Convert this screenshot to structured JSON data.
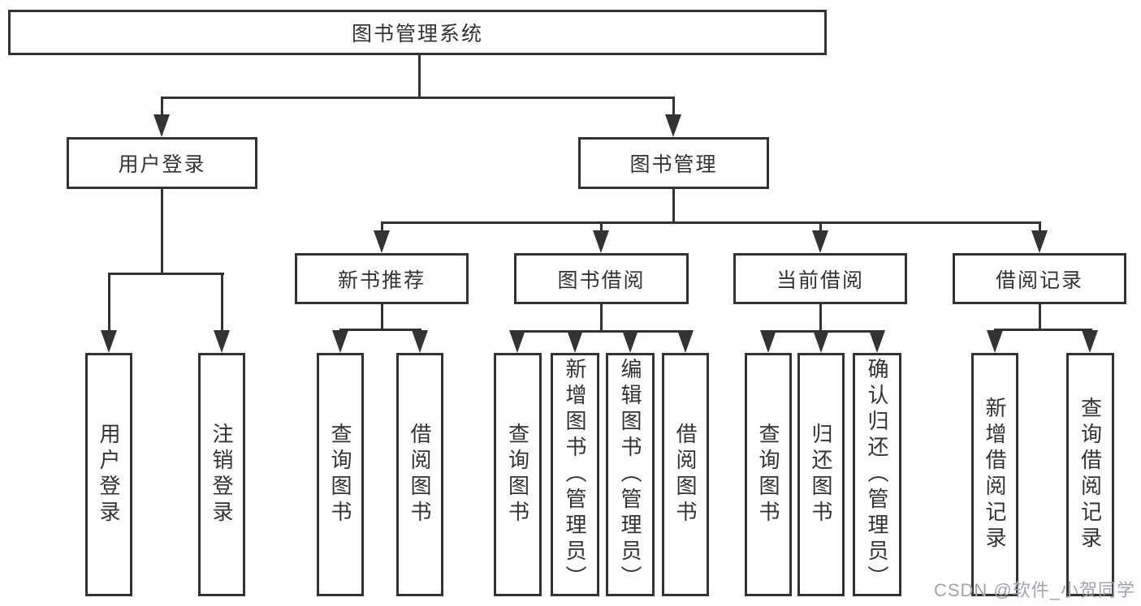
{
  "tree": {
    "root_label": "图书管理系统",
    "user_branch": {
      "label": "用户登录",
      "leaves": [
        "用户登录",
        "注销登录"
      ]
    },
    "book_branch": {
      "label": "图书管理",
      "groups": [
        {
          "label": "新书推荐",
          "leaves": [
            "查询图书",
            "借阅图书"
          ]
        },
        {
          "label": "图书借阅",
          "leaves": [
            "查询图书",
            "新增图书（管理员）",
            "编辑图书（管理员）",
            "借阅图书"
          ]
        },
        {
          "label": "当前借阅",
          "leaves": [
            "查询图书",
            "归还图书",
            "确认归还（管理员）"
          ]
        },
        {
          "label": "借阅记录",
          "leaves": [
            "新增借阅记录",
            "查询借阅记录"
          ]
        }
      ]
    }
  },
  "watermark": {
    "text": "CSDN @软件_小贺同学"
  },
  "colors": {
    "line": "#333333",
    "text": "#333333",
    "background": "#ffffff",
    "watermark": "#a0a5ab"
  }
}
